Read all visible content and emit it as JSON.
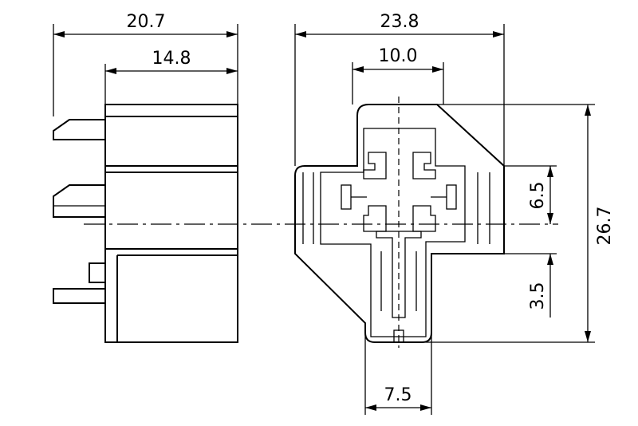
{
  "dimensions": {
    "side_total_width": "20.7",
    "side_body_width": "14.8",
    "front_total_width": "23.8",
    "front_top_width": "10.0",
    "front_total_height": "26.7",
    "upper_height": "6.5",
    "lower_height": "3.5",
    "bottom_width": "7.5"
  },
  "colors": {
    "line": "#000000",
    "background": "#ffffff"
  }
}
